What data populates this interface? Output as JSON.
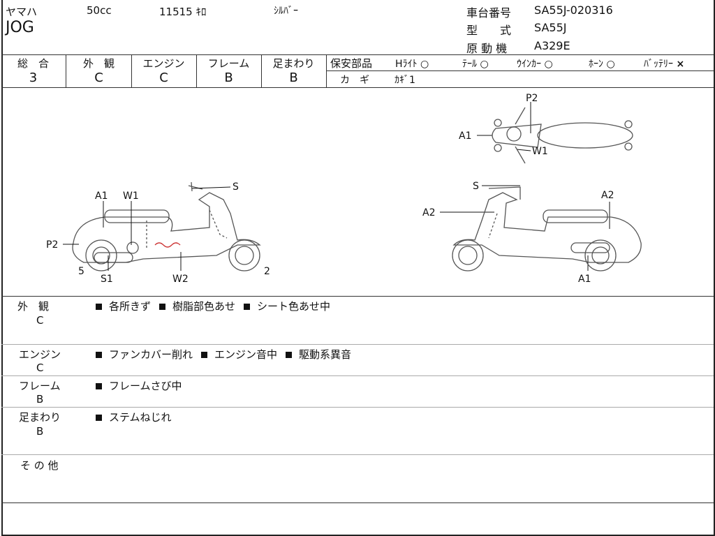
{
  "header": {
    "maker": "ヤマハ",
    "displacement": "50cc",
    "mileage": "11515 ｷﾛ",
    "color": "ｼﾙﾊﾞｰ",
    "model": "JOG",
    "frame_no_label": "車台番号",
    "frame_no": "SA55J-020316",
    "type_label": "型　　式",
    "type": "SA55J",
    "engine_label": "原 動 機",
    "engine": "A329E"
  },
  "grades": [
    {
      "label": "総　合",
      "value": "3"
    },
    {
      "label": "外　観",
      "value": "C"
    },
    {
      "label": "エンジン",
      "value": "C"
    },
    {
      "label": "フレーム",
      "value": "B"
    },
    {
      "label": "足まわり",
      "value": "B"
    }
  ],
  "safety": {
    "label": "保安部品",
    "items": [
      {
        "name": "Hﾗｲﾄ",
        "mark": "○"
      },
      {
        "name": "ﾃｰﾙ",
        "mark": "○"
      },
      {
        "name": "ｳｲﾝｶｰ",
        "mark": "○"
      },
      {
        "name": "ﾎｰﾝ",
        "mark": "○"
      },
      {
        "name": "ﾊﾞｯﾃﾘｰ",
        "mark": "×"
      }
    ],
    "key_label": "カ　ギ",
    "key_value": "ｶｷﾞ1"
  },
  "diagram": {
    "left": {
      "A1": "A1",
      "W1": "W1",
      "P2": "P2",
      "S": "S",
      "S1": "S1",
      "W2": "W2",
      "n5": "5",
      "n2": "2"
    },
    "top": {
      "P2": "P2",
      "A1": "A1",
      "W1": "W1"
    },
    "right": {
      "S": "S",
      "A2a": "A2",
      "A2b": "A2",
      "A1": "A1"
    }
  },
  "comments": [
    {
      "category": "外　観",
      "grade": "C",
      "items": [
        "各所きず",
        "樹脂部色あせ",
        "シート色あせ中"
      ]
    },
    {
      "category": "エンジン",
      "grade": "C",
      "items": [
        "ファンカバー削れ",
        "エンジン音中",
        "駆動系異音"
      ]
    },
    {
      "category": "フレーム",
      "grade": "B",
      "items": [
        "フレームさび中"
      ]
    },
    {
      "category": "足まわり",
      "grade": "B",
      "items": [
        "ステムねじれ"
      ]
    },
    {
      "category": "そ の 他",
      "grade": "",
      "items": []
    }
  ]
}
